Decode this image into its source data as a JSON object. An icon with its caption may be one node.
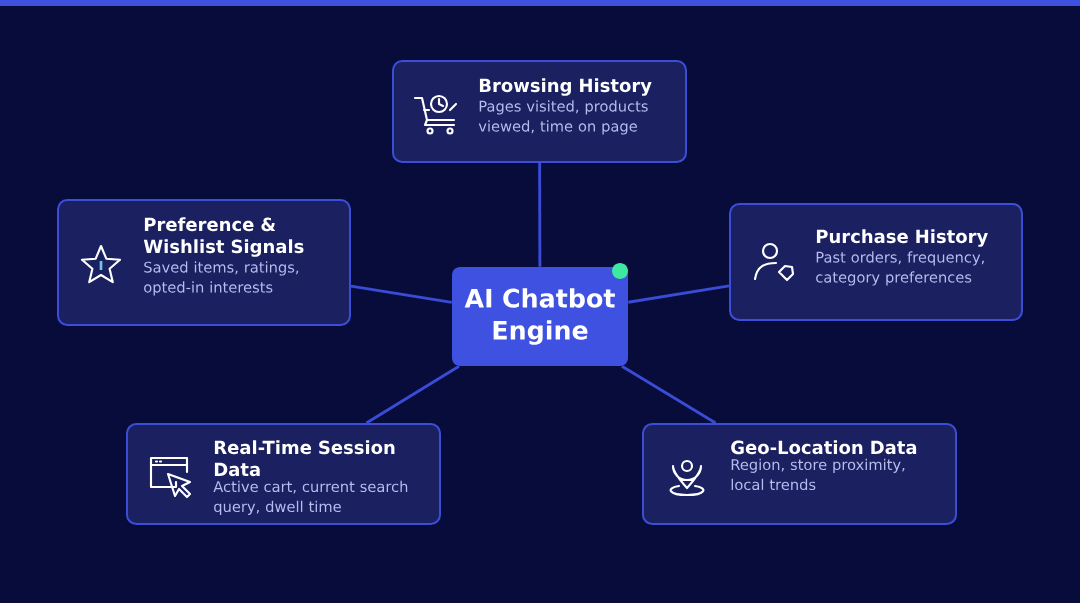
{
  "diagram": {
    "nodes": [
      {
        "text": [
          "Browsing History",
          "Pages visited, products viewed, time on page"
        ]
      },
      {
        "text": [
          "Preference & Wishlist Signals",
          "Saved items, ratings, opted-in interests"
        ]
      },
      {
        "text": [
          "AI Chatbot Engine"
        ]
      },
      {
        "text": [
          "Purchase History",
          "Past orders, frequency, category preferences"
        ]
      },
      {
        "text": [
          "Real-Time Session Data",
          "Active cart, current search query, dwell time"
        ]
      },
      {
        "text": [
          "Geo-Location Data",
          "Region, store proximity, local trends"
        ]
      }
    ],
    "edges": [
      {
        "from": 2,
        "to": 0,
        "arrow": "none"
      },
      {
        "from": 2,
        "to": 1,
        "arrow": "none"
      },
      {
        "from": 2,
        "to": 3,
        "arrow": "none"
      },
      {
        "from": 2,
        "to": 4,
        "arrow": "none"
      },
      {
        "from": 2,
        "to": 5,
        "arrow": "none"
      }
    ]
  }
}
